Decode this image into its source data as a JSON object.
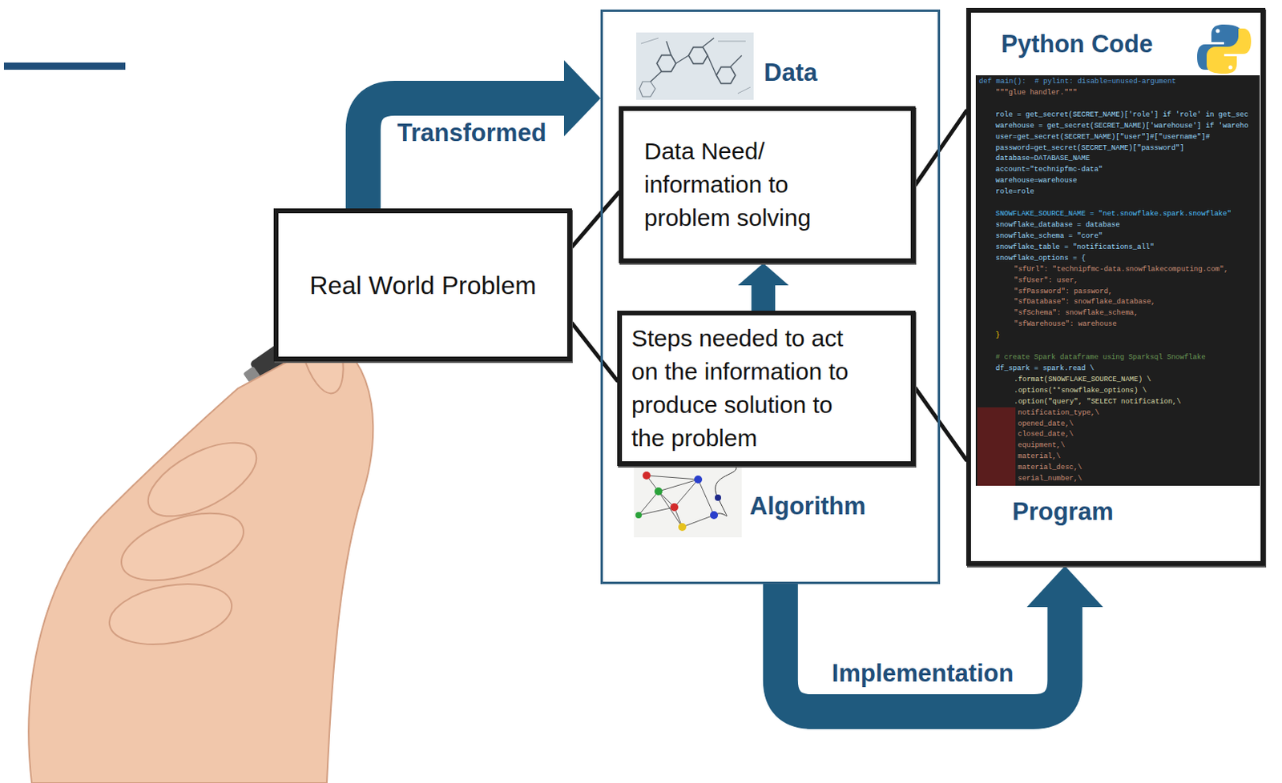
{
  "diagram": {
    "nodes": [
      {
        "text": [
          "Real World Problem"
        ]
      },
      {
        "text": [
          "Data",
          "Algorithm"
        ]
      },
      {
        "text": [
          "Data Need/ information to problem solving"
        ],
        "in": 1
      },
      {
        "text": [
          "Steps needed to act on the information to produce solution to the problem"
        ],
        "in": 1
      },
      {
        "text": [
          "Python Code",
          "Program"
        ]
      }
    ],
    "edges": [
      {
        "from": 0,
        "to": 1,
        "arrow": "to",
        "label": "Transformed"
      },
      {
        "from": 0,
        "to": 2,
        "arrow": "none"
      },
      {
        "from": 0,
        "to": 3,
        "arrow": "none"
      },
      {
        "from": 3,
        "to": 2,
        "arrow": "to"
      },
      {
        "from": 2,
        "to": 4,
        "arrow": "none"
      },
      {
        "from": 3,
        "to": 4,
        "arrow": "none"
      },
      {
        "from": 1,
        "to": 4,
        "arrow": "to",
        "label": "Implementation"
      }
    ],
    "labels": [
      "def main():  # pylint: disable=unused-argument",
      "\"\"\"glue handler.\"\"\"",
      "role = get_secret(SECRET_NAME)['role'] if 'role' in get_sec",
      "warehouse = get_secret(SECRET_NAME)['warehouse'] if 'wareho",
      "user=get_secret(SECRET_NAME)[\"user\"]#[\"username\"]#",
      "password=get_secret(SECRET_NAME)[\"password\"]",
      "database=DATABASE_NAME",
      "account=\"technipfmc-data\"",
      "warehouse=warehouse",
      "role=role",
      "SNOWFLAKE_SOURCE_NAME = \"net.snowflake.spark.snowflake\"",
      "snowflake_database = database",
      "snowflake_schema = \"core\"",
      "snowflake_table = \"notifications_all\"",
      "snowflake_options = {",
      "\"sfUrl\": \"technipfmc-data.snowflakecomputing.com\",",
      "\"sfUser\": user,",
      "\"sfPassword\": password,",
      "\"sfDatabase\": snowflake_database,",
      "\"sfSchema\": snowflake_schema,",
      "\"sfWarehouse\": warehouse",
      "}",
      "# create Spark dataframe using Sparksql Snowflake",
      "df_spark = spark.read \\",
      ".format(SNOWFLAKE_SOURCE_NAME) \\",
      ".options(**snowflake_options) \\",
      ".option(\"query\", \"SELECT notification,\\",
      "notification_type,\\",
      "opened_date,\\",
      "closed_date,\\",
      "equipment,\\",
      "material,\\",
      "material_desc,\\",
      "serial_number,\\"
    ]
  }
}
